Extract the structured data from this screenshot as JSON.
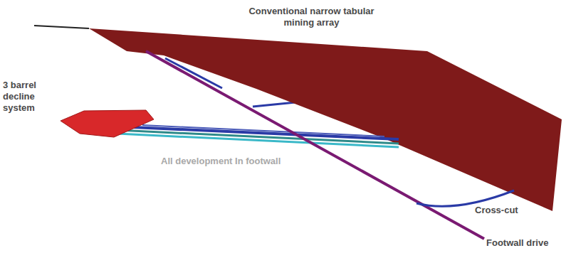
{
  "diagram": {
    "labels": [
      "Conventional narrow tabular mining array",
      "3 barrel decline system",
      "All development In footwall",
      "Cross-cut",
      "Footwall drive"
    ]
  }
}
